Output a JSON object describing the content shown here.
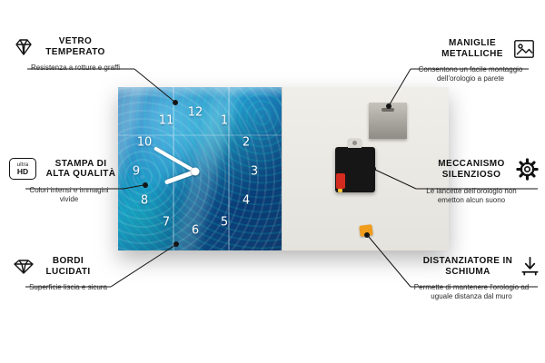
{
  "callouts": [
    {
      "id": "vetro-temperato",
      "title": "VETRO TEMPERATO",
      "subtitle": "Resistenza a rotture e graffi",
      "icon": "diamond-icon"
    },
    {
      "id": "stampa-alta-qualita",
      "title": "STAMPA DI ALTA QUALITÀ",
      "subtitle": "Colori intensi e immagini vivide",
      "icon": "ultra-hd-icon"
    },
    {
      "id": "bordi-lucidati",
      "title": "BORDI LUCIDATI",
      "subtitle": "Superficie liscia e sicura",
      "icon": "polished-edge-icon"
    },
    {
      "id": "maniglie-metalliche",
      "title": "MANIGLIE METALLICHE",
      "subtitle": "Consentono un facile montaggio dell'orologio a parete",
      "icon": "picture-frame-icon"
    },
    {
      "id": "meccanismo-silenzioso",
      "title": "MECCANISMO SILENZIOSO",
      "subtitle": "Le lancette dell'orologio non emetton alcun suono",
      "icon": "gear-icon"
    },
    {
      "id": "distanziatore-schiuma",
      "title": "DISTANZIATORE IN SCHIUMA",
      "subtitle": "Permette di mantenere l'orologio ad uguale distanza dal muro",
      "icon": "arrow-down-icon"
    }
  ],
  "ultra_hd": {
    "line1": "ultra",
    "line2": "HD"
  },
  "clock": {
    "numerals": [
      "12",
      "1",
      "2",
      "3",
      "4",
      "5",
      "6",
      "7",
      "8",
      "9",
      "10",
      "11"
    ],
    "hour_hand_angle_deg": 250,
    "minute_hand_angle_deg": 300
  },
  "colors": {
    "front_blue": "#1a6fae",
    "back_gray": "#eae8e2",
    "mechanism_black": "#161616",
    "battery_red": "#d42b1f",
    "foam_spacer_orange": "#f09c1c",
    "metal_plate": "#a8a59f",
    "line_black": "#151515"
  }
}
